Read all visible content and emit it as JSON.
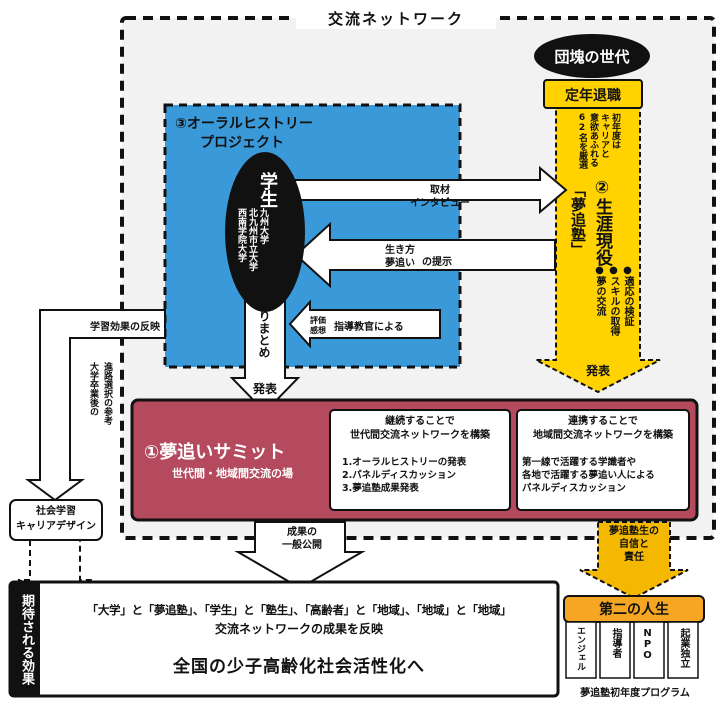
{
  "network": {
    "title": "交流ネットワーク"
  },
  "dankai": {
    "label": "団塊の世代",
    "retire": "定年退職",
    "note_lines": [
      "初年度は",
      "キャリアと",
      "意欲あふれる",
      "62名を厳選"
    ]
  },
  "shogai": {
    "title": "②生涯現役",
    "subtitle": "「夢追塾」",
    "bullets": [
      "●適応の検証",
      "●スキルの取得",
      "●夢の交流"
    ],
    "present": "発表"
  },
  "oral": {
    "title_line1": "③オーラルヒストリー",
    "title_line2": "プロジェクト"
  },
  "student": {
    "label": "学生",
    "univs": [
      "九州大学",
      "北九州市立大学",
      "西南学院大学"
    ],
    "summary": "とりまとめ",
    "present": "発表"
  },
  "arrows": {
    "interview": [
      "取材",
      "インタビュー"
    ],
    "ikikata": [
      "生き方",
      "夢追い"
    ],
    "teiji": "の提示",
    "hyoka": [
      "評価",
      "感想"
    ],
    "shido": "指導教官による",
    "gakushu": "学習効果の反映",
    "seika": [
      "成果の",
      "一般公開"
    ],
    "jishin": [
      "夢追塾生の",
      "自信と",
      "責任"
    ],
    "sankou": [
      "大学卒業後の",
      "進路選択の参考"
    ]
  },
  "summit": {
    "title": "①夢追いサミット",
    "subtitle": "世代間・地域間交流の場",
    "box1_title_1": "継続することで",
    "box1_title_2": "世代間交流ネットワークを構築",
    "box1_items": [
      "1.オーラルヒストリーの発表",
      "2.パネルディスカッション",
      "3.夢追塾成果発表"
    ],
    "box2_title_1": "連携することで",
    "box2_title_2": "地域間交流ネットワークを構築",
    "box2_text": [
      "第一線で活躍する学識者や",
      "各地で活躍する夢追い人による",
      "パネルディスカッション"
    ]
  },
  "career": {
    "line1": "社会学習",
    "line2": "キャリアデザイン"
  },
  "effect": {
    "label": "期待される効果",
    "line1": "「大学」と「夢追塾」、「学生」と「塾生」、「高齢者」と「地域」、「地域」と「地域」",
    "line2": "交流ネットワークの成果を反映",
    "line3": "全国の少子高齢化社会活性化へ"
  },
  "second_life": {
    "title": "第二の人生",
    "items": [
      "エンジェル",
      "指導者",
      "NPO",
      "起業独立"
    ],
    "caption": "夢追塾初年度プログラム"
  },
  "colors": {
    "blue": "#3a9ad9",
    "yellow": "#ffd200",
    "gold": "#f5b800",
    "orange": "#f5a623",
    "maroon": "#b54a5f",
    "gray": "#e8e8e8"
  }
}
